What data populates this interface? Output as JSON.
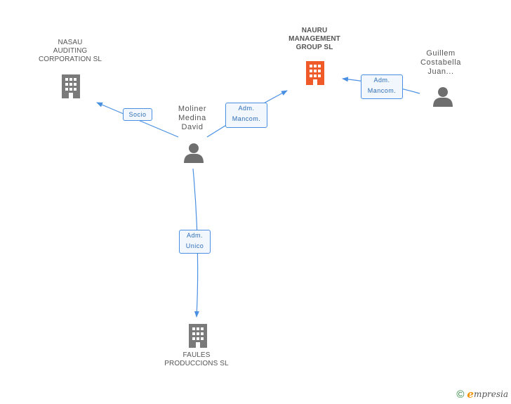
{
  "colors": {
    "company": "#7a7a7a",
    "focus_company": "#f05a28",
    "person": "#6e6e6e",
    "edge": "#4a90e2",
    "label": "#555555"
  },
  "nodes": {
    "nasau": {
      "label": "NASAU\nAUDITING\nCORPORATION SL",
      "type": "company-icon"
    },
    "nauru": {
      "label": "NAURU\nMANAGEMENT\nGROUP SL",
      "type": "company-icon",
      "focus": true
    },
    "guillem": {
      "label": "Guillem\nCostabella\nJuan...",
      "type": "person-icon"
    },
    "moliner": {
      "label": "Moliner\nMedina\nDavid",
      "type": "person-icon"
    },
    "faules": {
      "label": "FAULES\nPRODUCCIONS SL",
      "type": "company-icon"
    }
  },
  "edges": {
    "moliner_nasau": "Socio",
    "moliner_nauru": "Adm.\nMancom.",
    "guillem_nauru": "Adm.\nMancom.",
    "moliner_faules": "Adm.\nUnico"
  },
  "footer": {
    "copyright": "©",
    "brand_initial": "e",
    "brand_rest": "mpresia"
  }
}
